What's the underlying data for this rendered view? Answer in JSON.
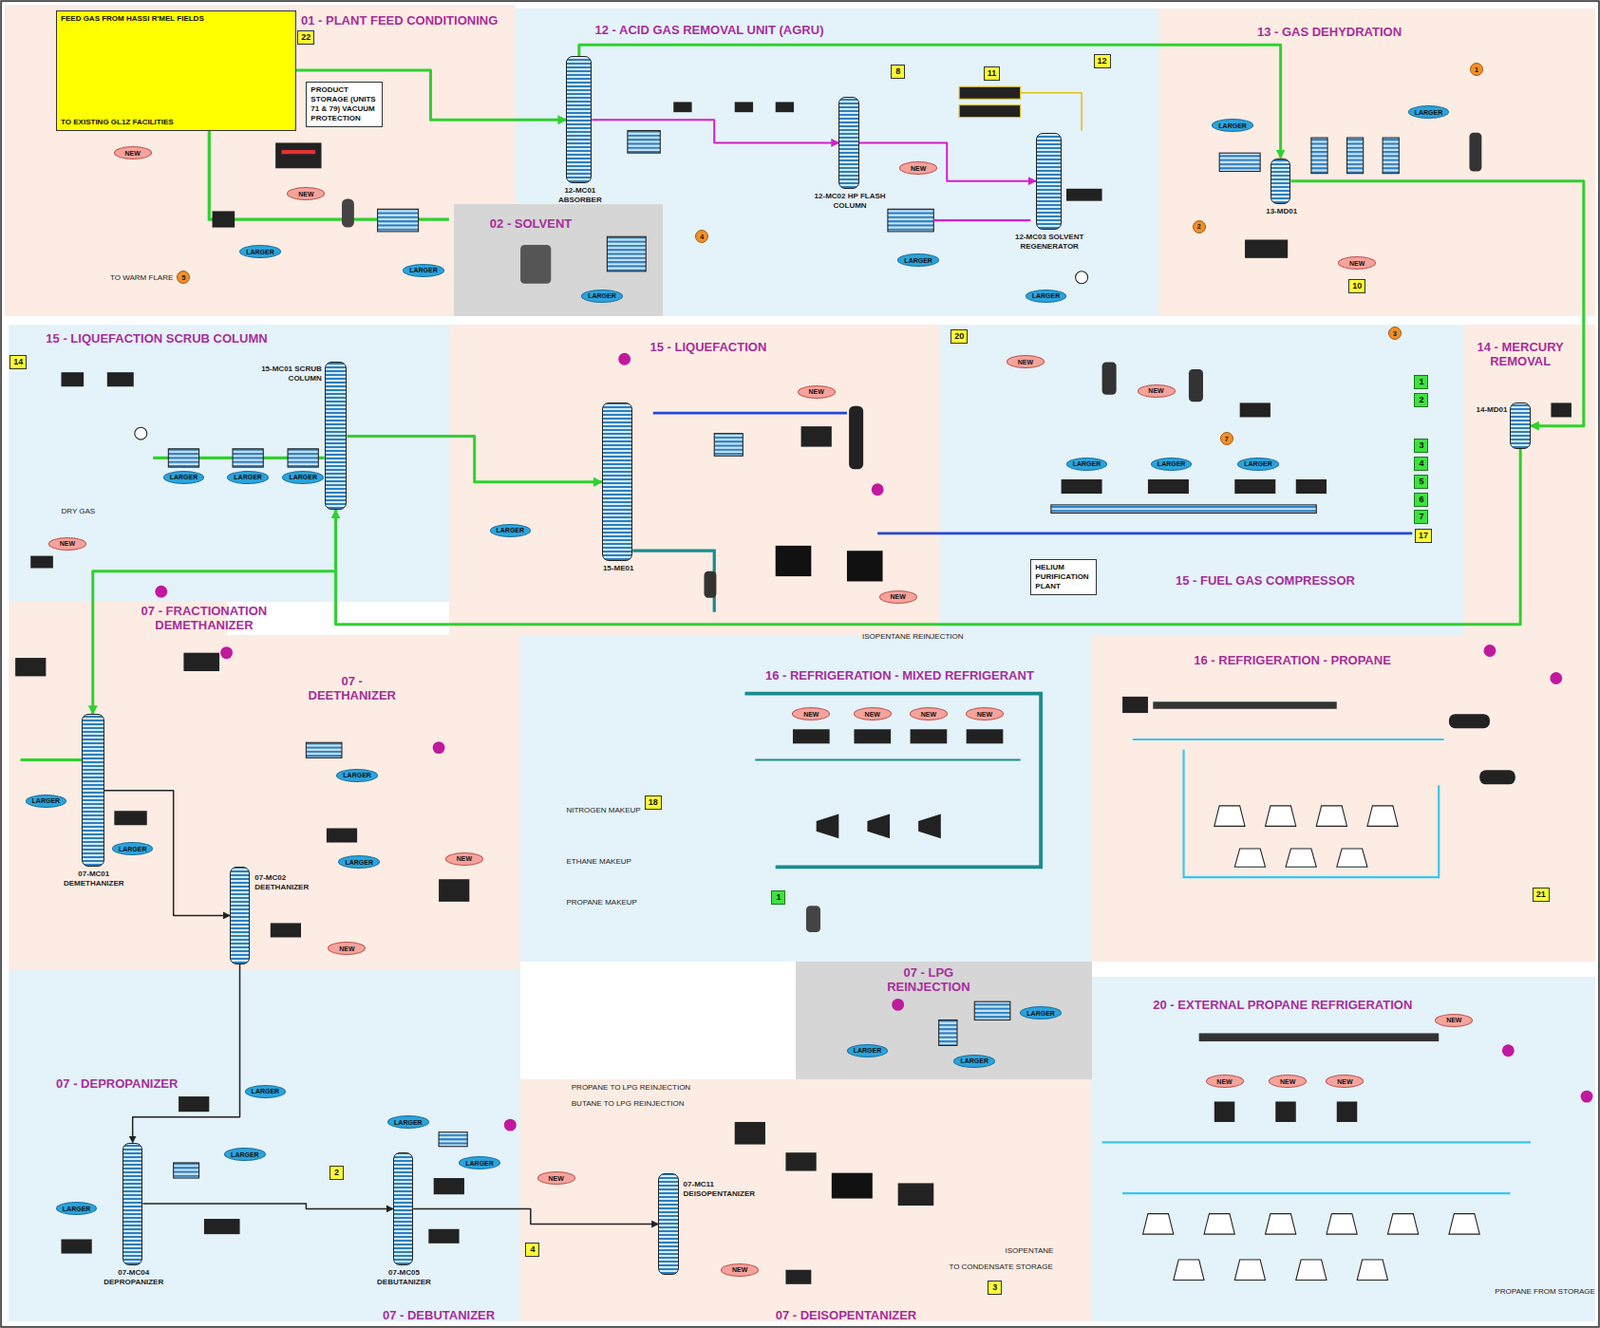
{
  "diagram": {
    "nodes": [
      {
        "text": [
          "01 - PLANT FEED CONDITIONING"
        ]
      },
      {
        "text": [
          "FEED GAS FROM HASSI R'MEL FIELDS",
          "TO EXISTING GL1Z FACILITIES"
        ],
        "in": 0
      },
      {
        "text": [
          "PRODUCT STORAGE (UNITS 71 & 79) VACUUM PROTECTION"
        ],
        "in": 0
      },
      {
        "text": [
          "22"
        ],
        "in": 0
      },
      {
        "text": [
          "NEW"
        ],
        "in": 0
      },
      {
        "text": [
          "NEW"
        ],
        "in": 0
      },
      {
        "text": [
          "LARGER"
        ],
        "in": 0
      },
      {
        "text": [
          "LARGER"
        ],
        "in": 0
      },
      {
        "text": [
          "5"
        ],
        "in": 0
      },
      {
        "text": [
          "12 - ACID GAS REMOVAL UNIT (AGRU)"
        ]
      },
      {
        "text": [
          "12-MC01 ABSORBER"
        ],
        "in": 9
      },
      {
        "text": [
          "12-MC02 HP FLASH COLUMN"
        ],
        "in": 9
      },
      {
        "text": [
          "12-MC03 SOLVENT REGENERATOR"
        ],
        "in": 9
      },
      {
        "text": [
          "8"
        ],
        "in": 9
      },
      {
        "text": [
          "11"
        ],
        "in": 9
      },
      {
        "text": [
          "12"
        ],
        "in": 9
      },
      {
        "text": [
          "NEW"
        ],
        "in": 9
      },
      {
        "text": [
          "LARGER"
        ],
        "in": 9
      },
      {
        "text": [
          "LARGER"
        ],
        "in": 9
      },
      {
        "text": [
          "4"
        ],
        "in": 9
      },
      {
        "text": [
          "02 - SOLVENT"
        ]
      },
      {
        "text": [
          "LARGER"
        ],
        "in": 20
      },
      {
        "text": [
          "13 - GAS DEHYDRATION"
        ]
      },
      {
        "text": [
          "13-MD01"
        ],
        "in": 22
      },
      {
        "text": [
          "LARGER"
        ],
        "in": 22
      },
      {
        "text": [
          "LARGER"
        ],
        "in": 22
      },
      {
        "text": [
          "NEW"
        ],
        "in": 22
      },
      {
        "text": [
          "10"
        ],
        "in": 22
      },
      {
        "text": [
          "1"
        ],
        "in": 22
      },
      {
        "text": [
          "2"
        ],
        "in": 22
      },
      {
        "text": [
          "15 - LIQUEFACTION SCRUB COLUMN"
        ]
      },
      {
        "text": [
          "15-MC01 SCRUB COLUMN"
        ],
        "in": 30
      },
      {
        "text": [
          "14"
        ],
        "in": 30
      },
      {
        "text": [
          "LARGER"
        ],
        "in": 30
      },
      {
        "text": [
          "LARGER"
        ],
        "in": 30
      },
      {
        "text": [
          "LARGER"
        ],
        "in": 30
      },
      {
        "text": [
          "NEW"
        ],
        "in": 30
      },
      {
        "text": [
          "15 - LIQUEFACTION"
        ]
      },
      {
        "text": [
          "15-ME01"
        ],
        "in": 37
      },
      {
        "text": [
          "NEW"
        ],
        "in": 37
      },
      {
        "text": [
          "NEW"
        ],
        "in": 37
      },
      {
        "text": [
          "LARGER"
        ],
        "in": 37
      },
      {
        "text": [
          "15 - FUEL GAS COMPRESSOR"
        ]
      },
      {
        "text": [
          "HELIUM PURIFICATION PLANT"
        ],
        "in": 42
      },
      {
        "text": [
          "20"
        ],
        "in": 42
      },
      {
        "text": [
          "1"
        ],
        "in": 42
      },
      {
        "text": [
          "2"
        ],
        "in": 42
      },
      {
        "text": [
          "3"
        ],
        "in": 42
      },
      {
        "text": [
          "4"
        ],
        "in": 42
      },
      {
        "text": [
          "5"
        ],
        "in": 42
      },
      {
        "text": [
          "6"
        ],
        "in": 42
      },
      {
        "text": [
          "7"
        ],
        "in": 42
      },
      {
        "text": [
          "17"
        ],
        "in": 42
      },
      {
        "text": [
          "LARGER"
        ],
        "in": 42
      },
      {
        "text": [
          "LARGER"
        ],
        "in": 42
      },
      {
        "text": [
          "LARGER"
        ],
        "in": 42
      },
      {
        "text": [
          "NEW"
        ],
        "in": 42
      },
      {
        "text": [
          "NEW"
        ],
        "in": 42
      },
      {
        "text": [
          "7"
        ],
        "in": 42
      },
      {
        "text": [
          "3"
        ],
        "in": 42
      },
      {
        "text": [
          "14 - MERCURY REMOVAL"
        ]
      },
      {
        "text": [
          "14-MD01"
        ],
        "in": 60
      },
      {
        "text": [
          "07 - FRACTIONATION DEMETHANIZER"
        ]
      },
      {
        "text": [
          "07-MC01 DEMETHANIZER"
        ],
        "in": 62
      },
      {
        "text": [
          "LARGER"
        ],
        "in": 62
      },
      {
        "text": [
          "LARGER"
        ],
        "in": 62
      },
      {
        "text": [
          "07 - DEETHANIZER"
        ]
      },
      {
        "text": [
          "07-MC02 DEETHANIZER"
        ],
        "in": 66
      },
      {
        "text": [
          "LARGER"
        ],
        "in": 66
      },
      {
        "text": [
          "LARGER"
        ],
        "in": 66
      },
      {
        "text": [
          "NEW"
        ],
        "in": 66
      },
      {
        "text": [
          "NEW"
        ],
        "in": 66
      },
      {
        "text": [
          "16 - REFRIGERATION - MIXED REFRIGERANT"
        ]
      },
      {
        "text": [
          "NEW"
        ],
        "in": 72
      },
      {
        "text": [
          "NEW"
        ],
        "in": 72
      },
      {
        "text": [
          "NEW"
        ],
        "in": 72
      },
      {
        "text": [
          "NEW"
        ],
        "in": 72
      },
      {
        "text": [
          "18"
        ],
        "in": 72
      },
      {
        "text": [
          "1"
        ],
        "in": 72
      },
      {
        "text": [
          "16 - REFRIGERATION - PROPANE"
        ]
      },
      {
        "text": [
          "21"
        ],
        "in": 79
      },
      {
        "text": [
          "07 - LPG REINJECTION"
        ]
      },
      {
        "text": [
          "LARGER"
        ],
        "in": 81
      },
      {
        "text": [
          "LARGER"
        ],
        "in": 81
      },
      {
        "text": [
          "LARGER"
        ],
        "in": 81
      },
      {
        "text": [
          "20 - EXTERNAL PROPANE REFRIGERATION"
        ]
      },
      {
        "text": [
          "NEW"
        ],
        "in": 85
      },
      {
        "text": [
          "NEW"
        ],
        "in": 85
      },
      {
        "text": [
          "NEW"
        ],
        "in": 85
      },
      {
        "text": [
          "NEW"
        ],
        "in": 85
      },
      {
        "text": [
          "07 - DEPROPANIZER"
        ]
      },
      {
        "text": [
          "07-MC04 DEPROPANIZER"
        ],
        "in": 90
      },
      {
        "text": [
          "LARGER"
        ],
        "in": 90
      },
      {
        "text": [
          "LARGER"
        ],
        "in": 90
      },
      {
        "text": [
          "LARGER"
        ],
        "in": 90
      },
      {
        "text": [
          "07 - DEBUTANIZER"
        ]
      },
      {
        "text": [
          "07-MC05 DEBUTANIZER"
        ],
        "in": 95
      },
      {
        "text": [
          "2"
        ],
        "in": 95
      },
      {
        "text": [
          "LARGER"
        ],
        "in": 95
      },
      {
        "text": [
          "LARGER"
        ],
        "in": 95
      },
      {
        "text": [
          "07 - DEISOPENTANIZER"
        ]
      },
      {
        "text": [
          "07-MC11 DEISOPENTANIZER"
        ],
        "in": 100
      },
      {
        "text": [
          "4"
        ],
        "in": 100
      },
      {
        "text": [
          "3"
        ],
        "in": 100
      },
      {
        "text": [
          "NEW"
        ],
        "in": 100
      },
      {
        "text": [
          "NEW"
        ],
        "in": 100
      }
    ],
    "edges": [
      {
        "from": 1,
        "to": 10,
        "arrow": "to"
      },
      {
        "from": 10,
        "to": 11,
        "arrow": "to"
      },
      {
        "from": 11,
        "to": 12,
        "arrow": "to"
      },
      {
        "from": 10,
        "to": 23,
        "arrow": "to"
      },
      {
        "from": 23,
        "to": 61,
        "arrow": "to"
      },
      {
        "from": 61,
        "to": 31,
        "arrow": "to"
      },
      {
        "from": 31,
        "to": 38,
        "arrow": "to"
      },
      {
        "from": 31,
        "to": 63,
        "arrow": "to"
      },
      {
        "from": 63,
        "to": 67,
        "arrow": "to"
      },
      {
        "from": 67,
        "to": 91,
        "arrow": "to"
      },
      {
        "from": 91,
        "to": 96,
        "arrow": "to"
      },
      {
        "from": 96,
        "to": 101,
        "arrow": "to"
      }
    ],
    "labels": [
      "TO WARM FLARE",
      "ISOPENTANE REINJECTION",
      "DRY GAS",
      "NITROGEN MAKEUP",
      "ETHANE MAKEUP",
      "PROPANE MAKEUP",
      "PROPANE TO LPG REINJECTION",
      "BUTANE TO LPG REINJECTION",
      "ISOPENTANE",
      "TO CONDENSATE STORAGE",
      "PROPANE FROM STORAGE"
    ]
  }
}
